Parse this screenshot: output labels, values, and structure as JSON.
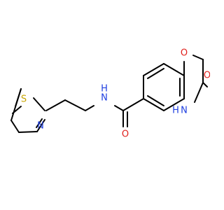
{
  "molecule": {
    "atoms": {
      "S": {
        "text": "S",
        "color": "#C8A500"
      },
      "N_thiazole": {
        "text": "N",
        "color": "#1F3FE0"
      },
      "N_amide": {
        "text": "N",
        "color": "#1F3FE0"
      },
      "H_amide": {
        "text": "H",
        "color": "#1F3FE0"
      },
      "O_carbonyl": {
        "text": "O",
        "color": "#E0201C"
      },
      "O_ring": {
        "text": "O",
        "color": "#E0201C"
      },
      "O_lactam": {
        "text": "O",
        "color": "#E0201C"
      },
      "NH_lactam_H": {
        "text": "H",
        "color": "#1F3FE0"
      },
      "NH_lactam_N": {
        "text": "N",
        "color": "#1F3FE0"
      }
    },
    "bond_color": "#000000"
  }
}
